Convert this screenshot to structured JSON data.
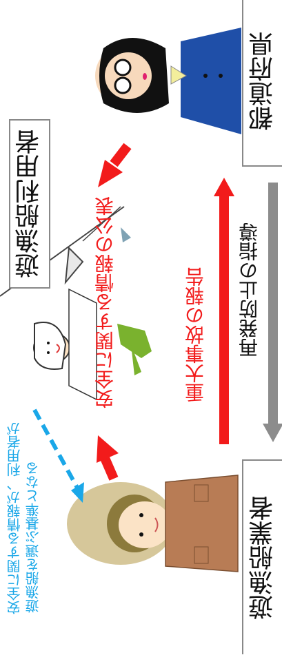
{
  "labels": {
    "operator": "遊漁船業者",
    "user": "遊漁船利用者",
    "prefecture": "都道府県"
  },
  "arrows": {
    "report": "重大事故の報告",
    "guidance": "再発防止の指導",
    "publication": "安全に関する情報の公表",
    "note_line1": "安全に関する情報が、利用者が",
    "note_line2": "遊漁船を選ぶ基準となる"
  },
  "colors": {
    "red": "#f21b1b",
    "gray": "#8c8c8c",
    "cyan": "#1aa7e8",
    "box_border": "#888888"
  }
}
